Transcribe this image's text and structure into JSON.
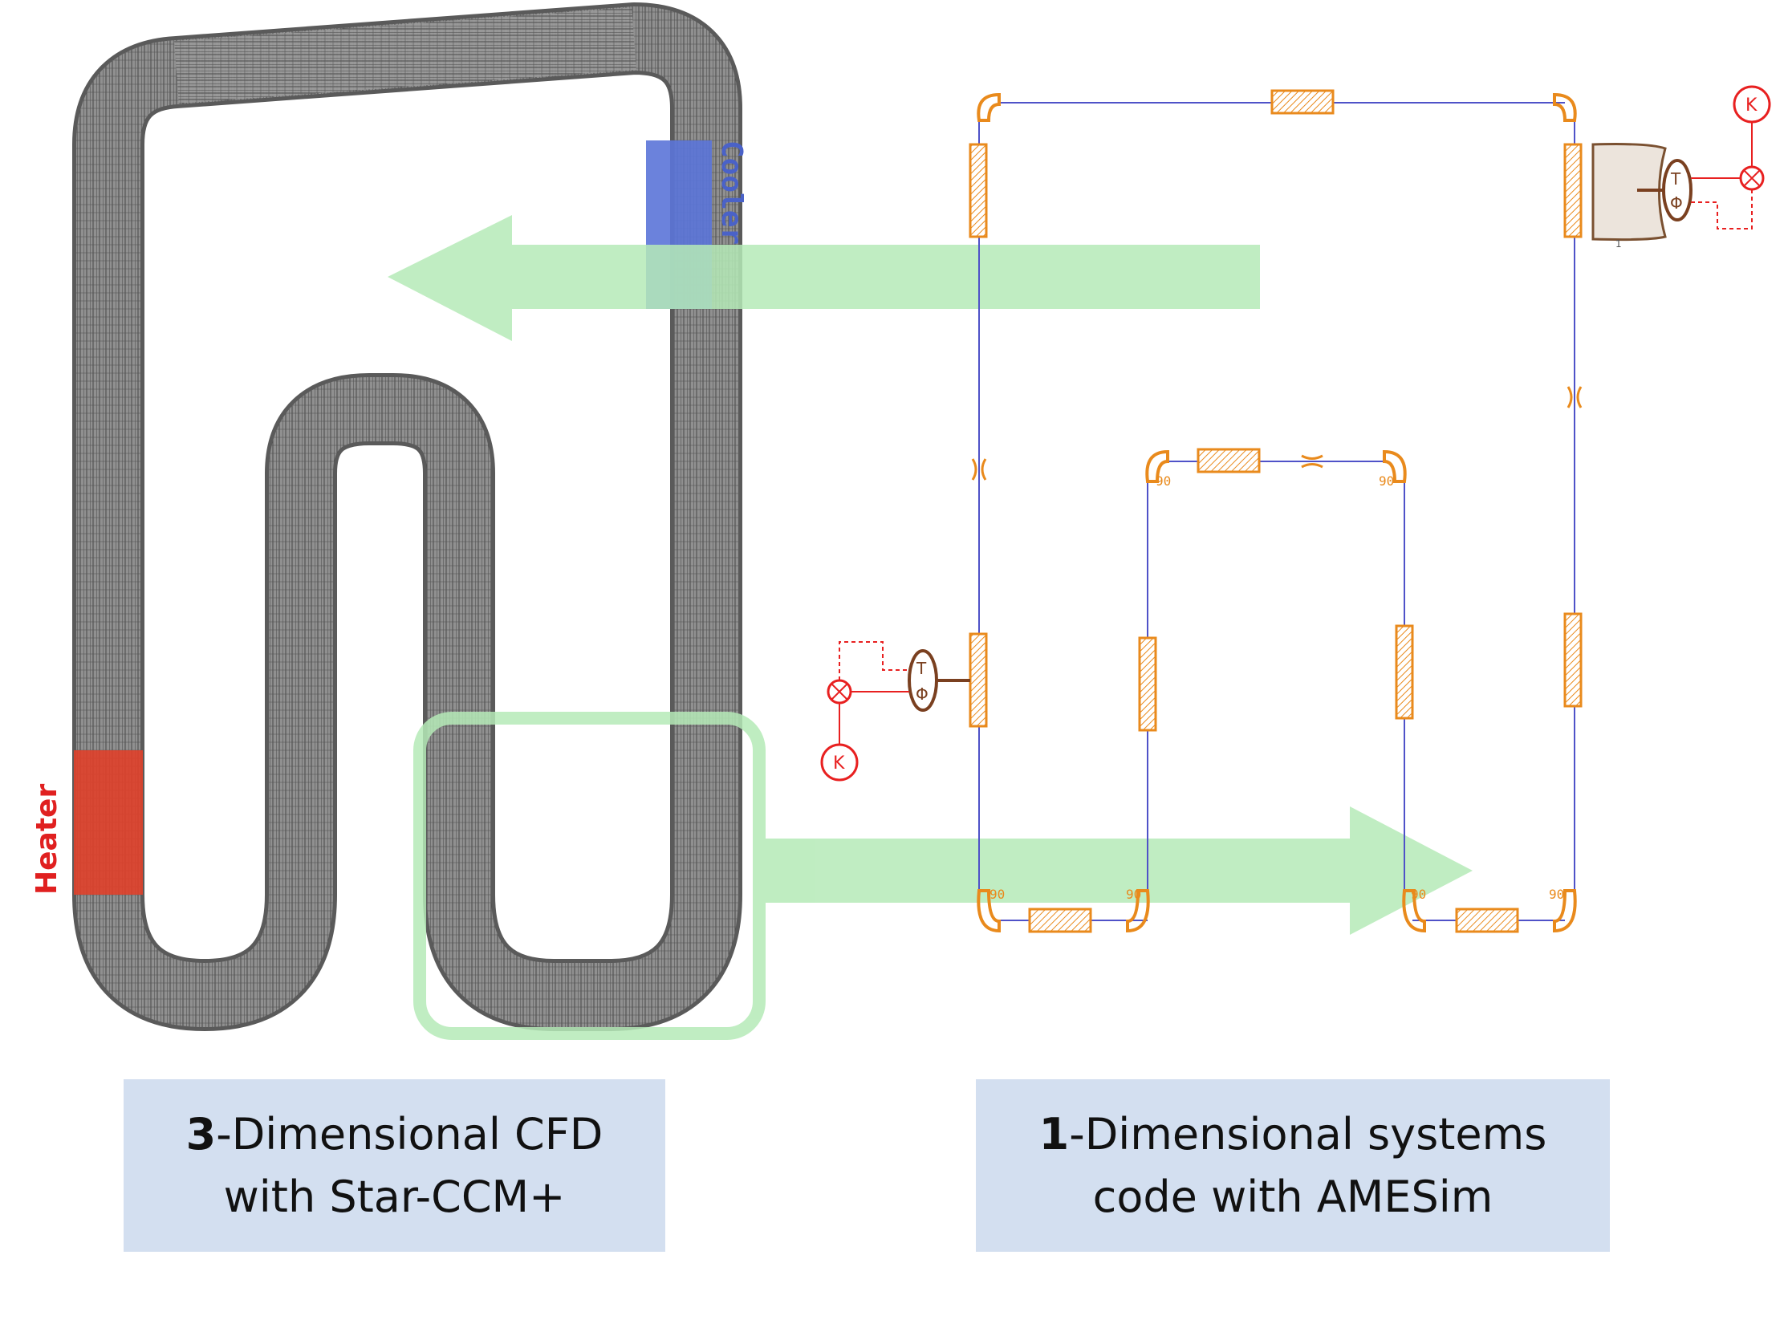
{
  "labels": {
    "cooler": "Cooler",
    "heater": "Heater"
  },
  "captions": {
    "cfd": {
      "bold": "3",
      "rest": "-Dimensional CFD",
      "line2": "with Star-CCM+"
    },
    "systems": {
      "bold": "1",
      "rest": "-Dimensional systems",
      "line2": "code with AMESim"
    }
  },
  "amesim": {
    "elbow_label": "90",
    "gain_label": "K",
    "thermal_top": "T",
    "thermal_bottom": "Φ",
    "plus": "+",
    "minus": "-",
    "wall_label": "1"
  },
  "colors": {
    "pipe_mesh": "#7a7a7a",
    "cooler": "#5b74d8",
    "heater": "#e0402a",
    "arrow": "#b5eab7",
    "component": "#e98a1c",
    "line": "#4f52c8",
    "control": "#e82020",
    "caption_bg": "#d3dff0"
  }
}
